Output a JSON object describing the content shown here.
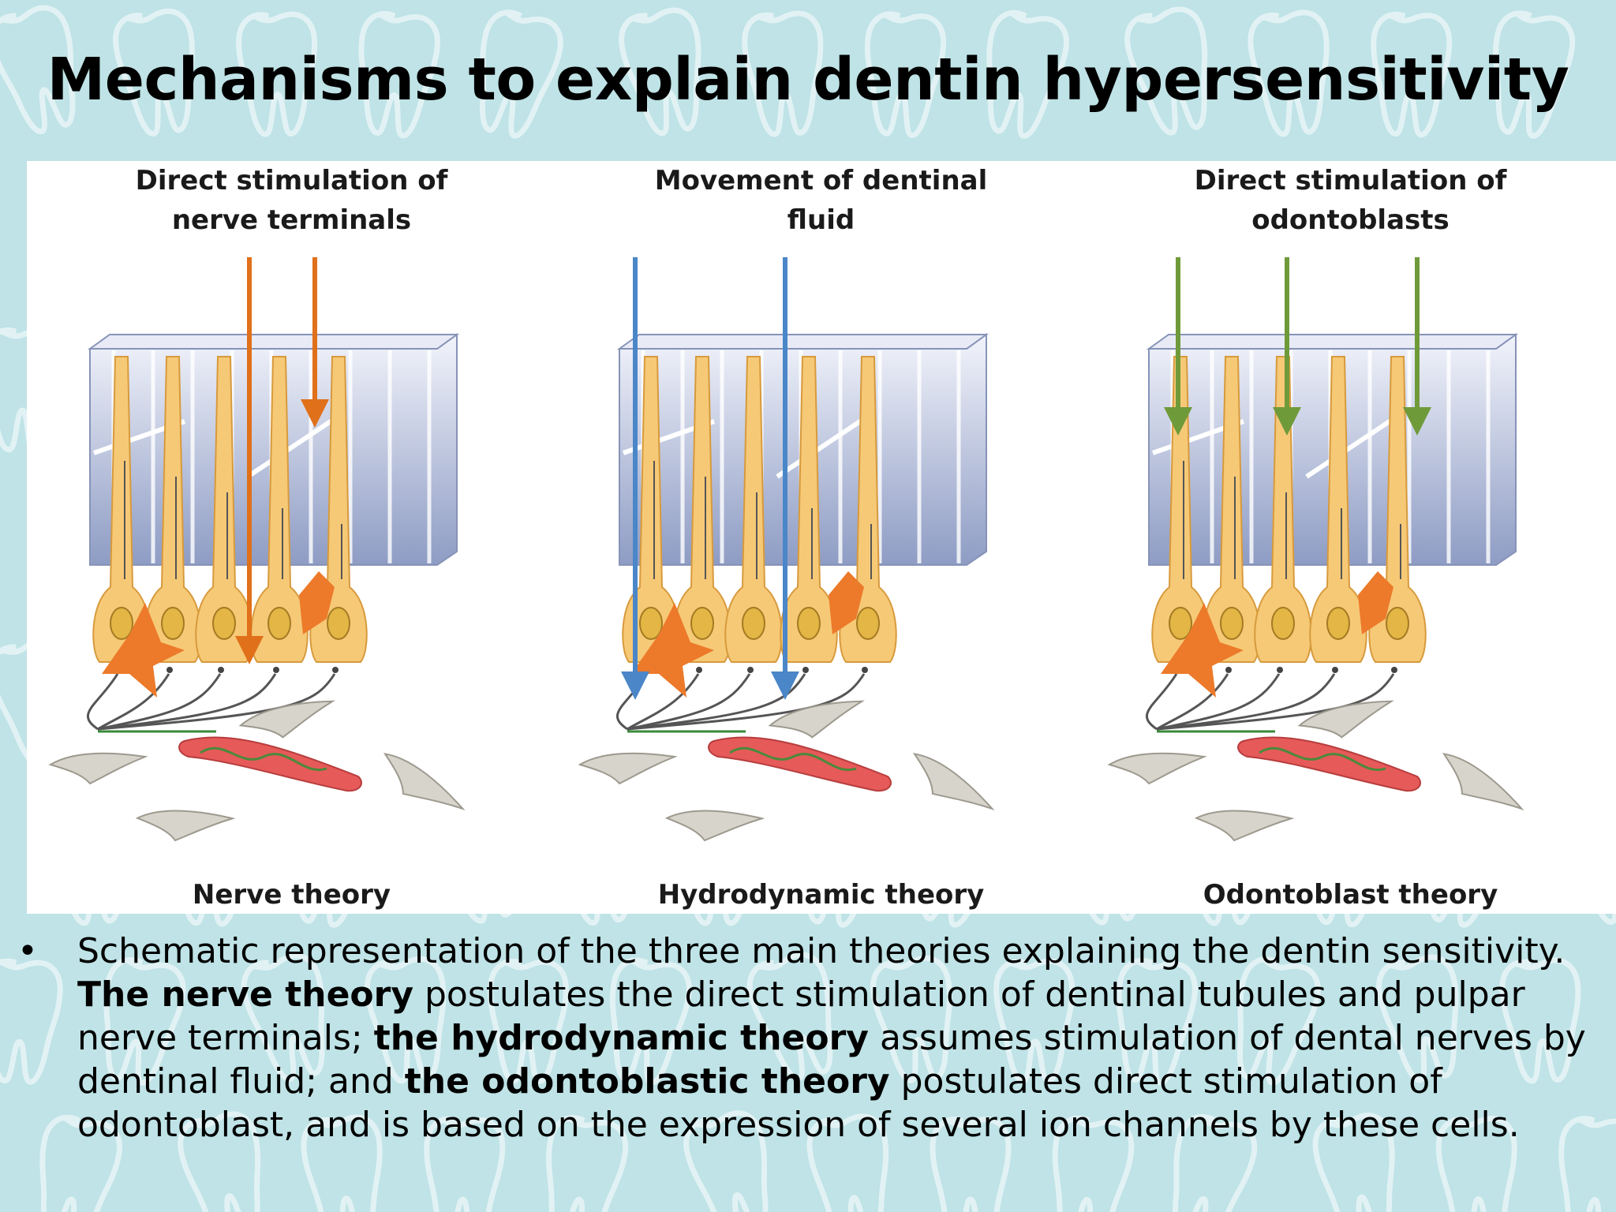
{
  "title": "Mechanisms to explain dentin hypersensitivity",
  "panels": [
    {
      "heading_lines": [
        "Direct stimulation of",
        "nerve terminals"
      ],
      "theory": "Nerve theory",
      "arrow_color": "#e0701a"
    },
    {
      "heading_lines": [
        "Movement of dentinal",
        "fluid"
      ],
      "theory": "Hydrodynamic theory",
      "arrow_color": "#4a86c8"
    },
    {
      "heading_lines": [
        "Direct stimulation of",
        "odontoblasts"
      ],
      "theory": "Odontoblast theory",
      "arrow_color": "#6f9a3a"
    }
  ],
  "caption": {
    "bullet": "•",
    "segments": [
      {
        "text": "Schematic representation of the three main theories explaining the dentin sensitivity. ",
        "bold": false
      },
      {
        "text": "The nerve theory",
        "bold": true
      },
      {
        "text": " postulates the direct stimulation of dentinal tubules and pulpar nerve terminals; ",
        "bold": false
      },
      {
        "text": "the hydrodynamic theory",
        "bold": true
      },
      {
        "text": " assumes stimulation of dental nerves by dentinal fluid; and ",
        "bold": false
      },
      {
        "text": "the odontoblastic theory",
        "bold": true
      },
      {
        "text": " postulates direct stimulation of odontoblast, and is based on the expression of several ion channels by these cells.",
        "bold": false
      }
    ]
  },
  "colors": {
    "background": "#bfe3e6",
    "tooth_pattern": "#ffffff",
    "cell": "#f6c977",
    "nucleus": "#e3b645",
    "dentin_top": "#f2f4fb",
    "dentin_bottom": "#8e9cc4",
    "nerve_cell": "#ec7a2a",
    "vessel": "#e65a5a",
    "fibroblast": "#d7d4cc"
  }
}
